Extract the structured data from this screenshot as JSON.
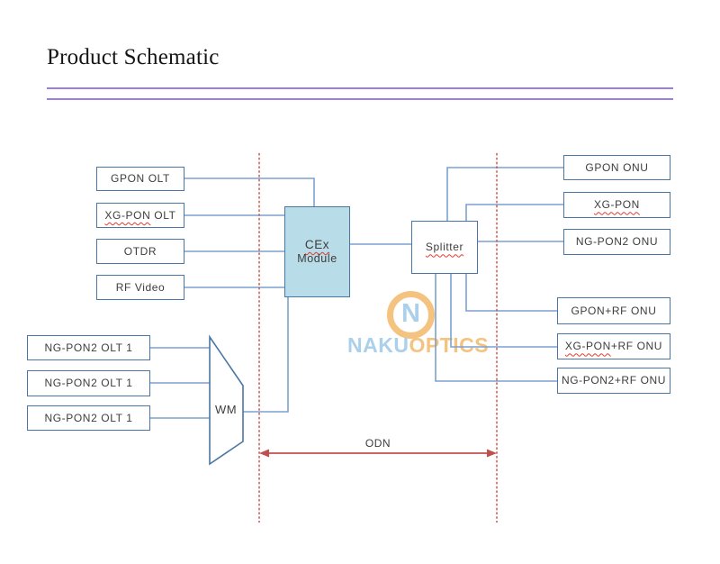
{
  "page": {
    "title": "Product Schematic"
  },
  "colors": {
    "rule_purple": "#9b7ee0",
    "box_border_blue": "#4a76a6",
    "connector_blue": "#7ba1d0",
    "cex_fill": "#b8dce8",
    "boundary_dashed_red": "#cd4a42",
    "odn_arrow_red": "#c0504d",
    "squiggle_red": "#e23b2e",
    "label_gray": "#3d3d3d",
    "logo_orange": "#f4c07a",
    "logo_blue": "#a7ceea"
  },
  "diagram": {
    "olt_inputs": [
      {
        "wavy": "",
        "rest": "GPON OLT"
      },
      {
        "wavy": "XG-PON",
        "rest": " OLT"
      },
      {
        "wavy": "",
        "rest": "OTDR"
      },
      {
        "wavy": "",
        "rest": "RF Video"
      }
    ],
    "cex_module": {
      "line1": "CEx",
      "line2": "Module"
    },
    "splitter": {
      "wavy": "Splitter",
      "rest": ""
    },
    "onu_outputs": [
      {
        "wavy": "",
        "rest": "GPON ONU"
      },
      {
        "wavy": "XG-PON",
        "rest": ""
      },
      {
        "wavy": "",
        "rest": "NG-PON2 ONU"
      },
      {
        "wavy": "",
        "rest": "GPON+RF ONU"
      },
      {
        "wavy": "XG-PON",
        "rest": "+RF ONU"
      },
      {
        "wavy": "",
        "rest": "NG-PON2+RF ONU"
      }
    ],
    "ngpon2_olts": [
      {
        "label": "NG-PON2 OLT 1"
      },
      {
        "label": "NG-PON2 OLT 1"
      },
      {
        "label": "NG-PON2 OLT 1"
      }
    ],
    "wm_label": "WM",
    "odn_label": "ODN"
  },
  "watermark": {
    "letter": "N",
    "name_blue": "NAKU",
    "name_orange": "OPTICS"
  }
}
